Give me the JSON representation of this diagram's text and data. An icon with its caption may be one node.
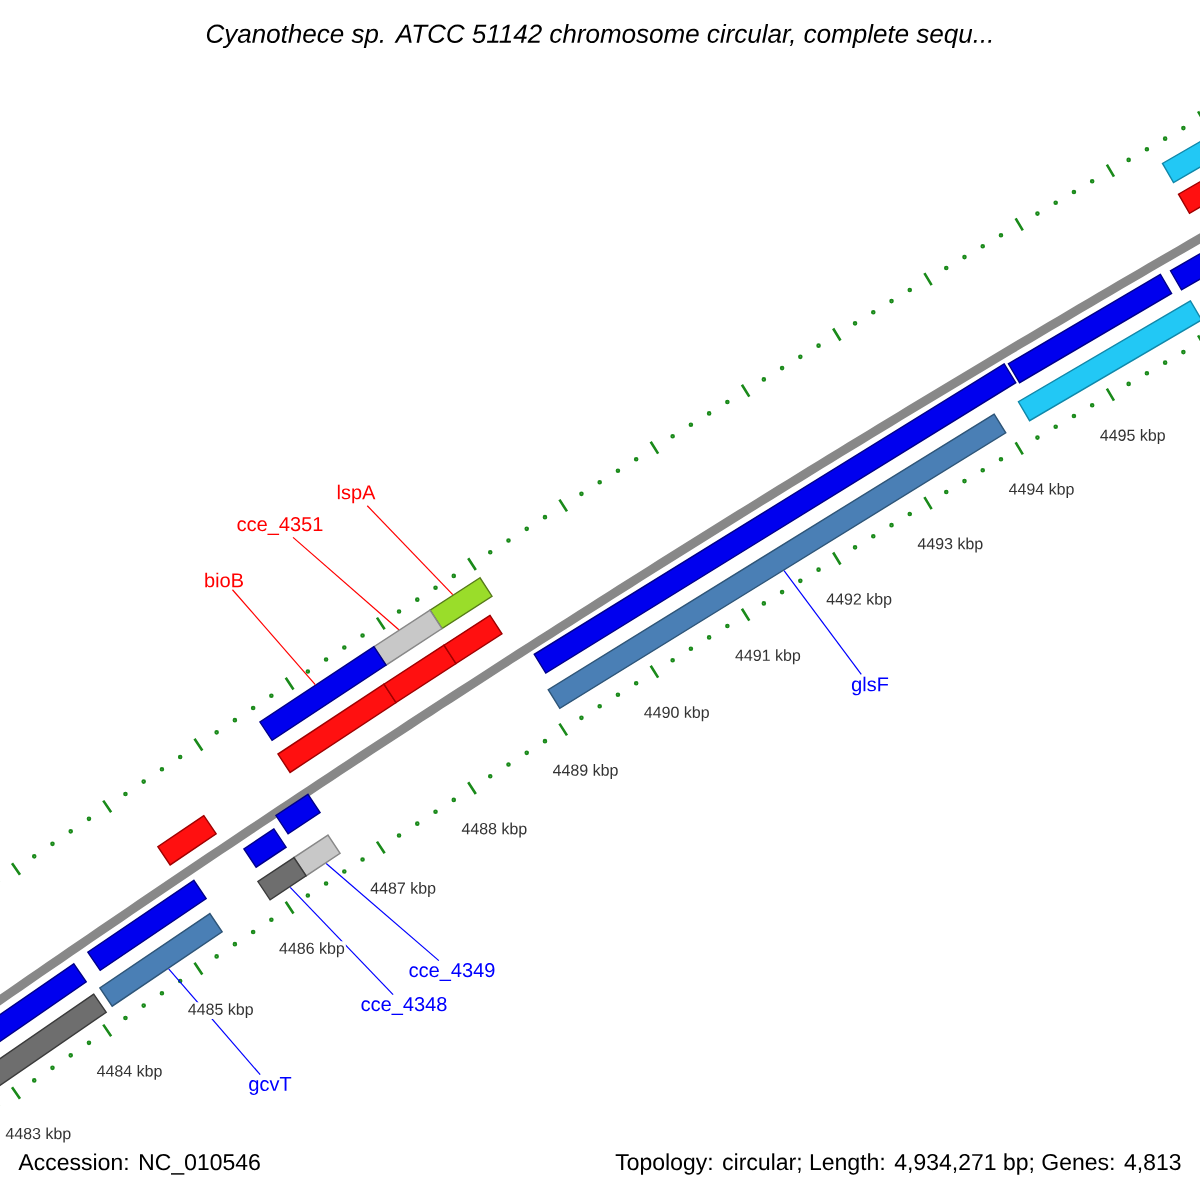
{
  "diagram": {
    "title": "Cyanothece sp. ATCC 51142 chromosome circular, complete sequ...",
    "nodes": [
      {
        "text": [
          "lspA"
        ]
      },
      {
        "text": [],
        "shape": "bar"
      },
      {
        "text": [
          "cce_4351"
        ]
      },
      {
        "text": [],
        "shape": "bar"
      },
      {
        "text": [
          "bioB"
        ]
      },
      {
        "text": [],
        "shape": "bar"
      },
      {
        "text": [
          "glsF"
        ]
      },
      {
        "text": [],
        "shape": "bar"
      },
      {
        "text": [
          "cce_4349"
        ]
      },
      {
        "text": [],
        "shape": "bar"
      },
      {
        "text": [
          "cce_4348"
        ]
      },
      {
        "text": [],
        "shape": "bar"
      },
      {
        "text": [
          "gcvT"
        ]
      },
      {
        "text": [],
        "shape": "bar"
      },
      {
        "text": [],
        "shape": "bar"
      },
      {
        "text": [],
        "shape": "bar"
      },
      {
        "text": [],
        "shape": "bar"
      },
      {
        "text": [],
        "shape": "bar"
      },
      {
        "text": [],
        "shape": "bar"
      },
      {
        "text": [],
        "shape": "bar"
      },
      {
        "text": [],
        "shape": "bar"
      },
      {
        "text": [],
        "shape": "bar"
      },
      {
        "text": [],
        "shape": "bar"
      },
      {
        "text": [],
        "shape": "bar"
      },
      {
        "text": [],
        "shape": "bar"
      },
      {
        "text": [],
        "shape": "bar"
      },
      {
        "text": [],
        "shape": "bar"
      },
      {
        "text": [],
        "shape": "bar"
      },
      {
        "text": [],
        "shape": "bar"
      }
    ],
    "edges": [
      {
        "from": 0,
        "to": 1,
        "arrow": "none",
        "color": "#ff0000"
      },
      {
        "from": 2,
        "to": 3,
        "arrow": "none",
        "color": "#ff0000"
      },
      {
        "from": 4,
        "to": 5,
        "arrow": "none",
        "color": "#ff0000"
      },
      {
        "from": 6,
        "to": 7,
        "arrow": "none"
      },
      {
        "from": 8,
        "to": 9,
        "arrow": "none"
      },
      {
        "from": 10,
        "to": 11,
        "arrow": "none"
      },
      {
        "from": 12,
        "to": 13,
        "arrow": "none"
      }
    ],
    "labels": [
      "4483 kbp",
      "4484 kbp",
      "4485 kbp",
      "4486 kbp",
      "4487 kbp",
      "4488 kbp",
      "4489 kbp",
      "4490 kbp",
      "4491 kbp",
      "4492 kbp",
      "4493 kbp",
      "4494 kbp",
      "4495 kbp",
      "Accession: NC_010546",
      "Topology: circular; Length: 4,934,271 bp; Genes: 4,813"
    ]
  }
}
